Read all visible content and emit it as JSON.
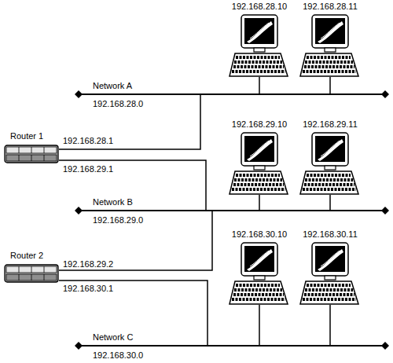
{
  "diagram": {
    "nodes": [
      {
        "text": [
          "192.168.28.10"
        ]
      },
      {
        "text": [
          "192.168.28.11"
        ]
      },
      {
        "text": [
          "Network A",
          "192.168.28.0"
        ]
      },
      {
        "text": [
          "Router 1"
        ]
      },
      {
        "text": [
          "192.168.29.10"
        ]
      },
      {
        "text": [
          "192.168.29.11"
        ]
      },
      {
        "text": [
          "Network B",
          "192.168.29.0"
        ]
      },
      {
        "text": [
          "Router 2"
        ]
      },
      {
        "text": [
          "192.168.30.10"
        ]
      },
      {
        "text": [
          "192.168.30.11"
        ]
      },
      {
        "text": [
          "Network C",
          "192.168.30.0"
        ]
      }
    ],
    "edges": [
      {
        "from": 0,
        "to": 2,
        "arrow": "none"
      },
      {
        "from": 1,
        "to": 2,
        "arrow": "none"
      },
      {
        "from": 3,
        "to": 2,
        "label": "192.168.28.1",
        "arrow": "none"
      },
      {
        "from": 3,
        "to": 6,
        "label": "192.168.29.1",
        "arrow": "none"
      },
      {
        "from": 4,
        "to": 6,
        "arrow": "none"
      },
      {
        "from": 5,
        "to": 6,
        "arrow": "none"
      },
      {
        "from": 7,
        "to": 6,
        "label": "192.168.29.2",
        "arrow": "none"
      },
      {
        "from": 7,
        "to": 10,
        "label": "192.168.30.1",
        "arrow": "none"
      },
      {
        "from": 8,
        "to": 10,
        "arrow": "none"
      },
      {
        "from": 9,
        "to": 10,
        "arrow": "none"
      }
    ]
  }
}
